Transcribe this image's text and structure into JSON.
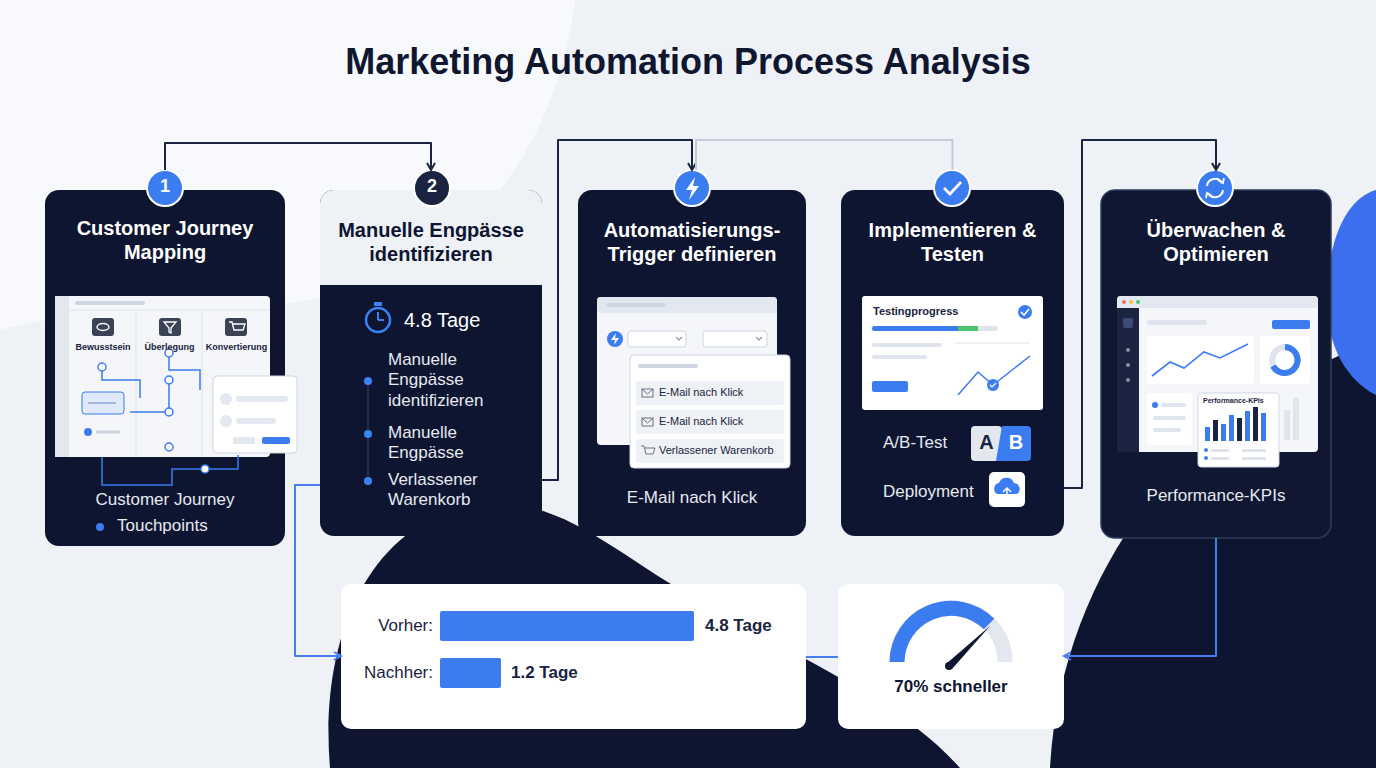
{
  "diagram": {
    "title": "Marketing Automation Process Analysis",
    "nodes": [
      {
        "text": [
          "Customer Journey Mapping",
          "Customer Journey",
          "Touchpoints"
        ]
      },
      {
        "text": [
          "Manuelle Engpässe identifizieren",
          "4.8 Tage",
          "Manuelle Engpässe identifizieren",
          "Manuelle Engpässe",
          "Verlassener Warenkorb"
        ]
      },
      {
        "text": [
          "Automatisierungs-Trigger definieren",
          "E-Mail nach Klick"
        ]
      },
      {
        "text": [
          "Implementieren & Testen",
          "A/B-Test",
          "Deployment"
        ]
      },
      {
        "text": [
          "Überwachen & Optimieren",
          "Performance-KPIs"
        ]
      },
      {
        "text": [
          "Vorher:",
          "4.8 Tage",
          "Nachher:",
          "1.2 Tage"
        ]
      },
      {
        "text": [
          "70% schneller"
        ]
      }
    ],
    "edges": [
      {
        "from": 0,
        "to": 1,
        "arrow": "to"
      },
      {
        "from": 1,
        "to": 2,
        "arrow": "to"
      },
      {
        "from": 2,
        "to": 3,
        "arrow": "none"
      },
      {
        "from": 3,
        "to": 4,
        "arrow": "to"
      },
      {
        "from": 1,
        "to": 5,
        "arrow": "to"
      },
      {
        "from": 4,
        "to": 6,
        "arrow": "to"
      },
      {
        "from": 5,
        "to": 6,
        "arrow": "none"
      }
    ],
    "labels": [
      "1",
      "2",
      "Bewusstsein",
      "Überlegung",
      "Konvertierung",
      "E-Mail nach Klick",
      "E-Mail nach Klick",
      "Verlassener Warenkorb",
      "Testingprogress",
      "A",
      "B",
      "Performance-KPIs"
    ]
  }
}
